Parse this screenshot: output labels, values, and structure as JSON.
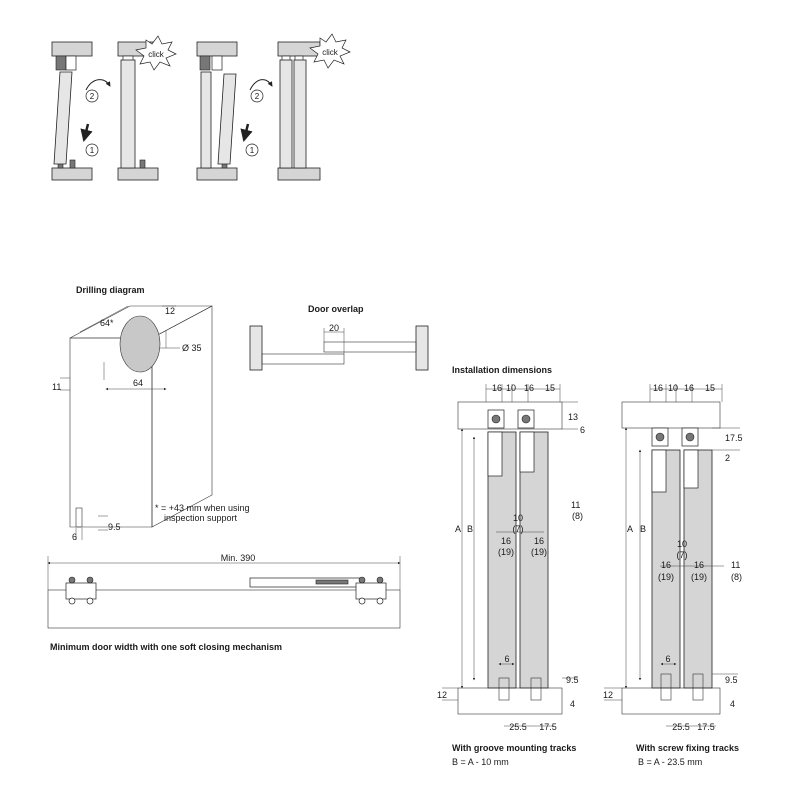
{
  "installation_steps": {
    "click_label": "click",
    "step_1": "1",
    "step_2": "2"
  },
  "drilling": {
    "title": "Drilling diagram",
    "dim_64_star": "64*",
    "dim_12": "12",
    "dim_diameter": "Ø 35",
    "dim_64": "64",
    "dim_11": "11",
    "dim_6": "6",
    "dim_9_5": "9.5",
    "note_line1": "* = +43 mm when using",
    "note_line2": "inspection support"
  },
  "overlap": {
    "title": "Door overlap",
    "dim_20": "20"
  },
  "soft_close": {
    "dim_min": "Min. 390",
    "caption": "Minimum door width with one soft closing mechanism"
  },
  "installation_dims": {
    "title": "Installation dimensions",
    "groove": {
      "top_16a": "16",
      "top_10": "10",
      "top_16b": "16",
      "top_15": "15",
      "dim_13": "13",
      "dim_6_top": "6",
      "dim_11": "11",
      "dim_8": "(8)",
      "dim_10": "10",
      "dim_7": "(7)",
      "left_16": "16",
      "left_19": "(19)",
      "right_16": "16",
      "right_19": "(19)",
      "label_A": "A",
      "label_B": "B",
      "dim_6_bottom": "6",
      "dim_9_5": "9.5",
      "dim_12": "12",
      "dim_4": "4",
      "dim_25_5": "25.5",
      "dim_17_5": "17.5",
      "caption": "With groove mounting tracks",
      "formula": "B = A - 10 mm"
    },
    "screw": {
      "top_16a": "16",
      "top_10": "10",
      "top_16b": "16",
      "top_15": "15",
      "dim_17_5_top": "17.5",
      "dim_2": "2",
      "dim_10": "10",
      "dim_7": "(7)",
      "dim_11": "11",
      "dim_8": "(8)",
      "left_16": "16",
      "left_19": "(19)",
      "right_16": "16",
      "right_19": "(19)",
      "label_A": "A",
      "label_B": "B",
      "dim_6_bottom": "6",
      "dim_9_5": "9.5",
      "dim_12": "12",
      "dim_4": "4",
      "dim_25_5": "25.5",
      "dim_17_5": "17.5",
      "caption": "With screw fixing tracks",
      "formula": "B = A - 23.5 mm"
    }
  }
}
